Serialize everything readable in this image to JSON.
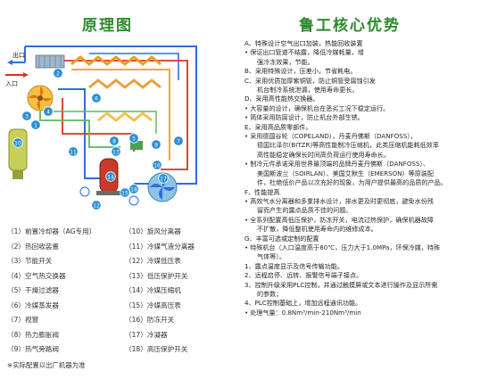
{
  "titles": {
    "left": "原理图",
    "right": "鲁工核心优势"
  },
  "diagram": {
    "outlet_label": "出口",
    "inlet_label": "入口",
    "markers": [
      "1",
      "2",
      "3",
      "4",
      "5",
      "6",
      "7",
      "8",
      "9",
      "10",
      "11",
      "12",
      "13",
      "14",
      "15",
      "16",
      "17",
      "18"
    ]
  },
  "legend": {
    "col1": [
      "（1）前置冷却器（AG专用）",
      "（2）热回收装置",
      "（3）节能开关",
      "（4）空气热交换器",
      "（5）干燥过滤器",
      "（6）冷媒蒸发器",
      "（7）视窗",
      "（8）热力膨胀阀",
      "（9）热气旁路阀"
    ],
    "col2": [
      "（10）旋风分离器",
      "（11）冷媒气液分离器",
      "（12）冷媒低压表",
      "（13）低压保护开关",
      "（14）冷媒压缩机",
      "（15）冷媒高压表",
      "（16）防冻开关",
      "（17）冷凝器",
      "（18）高压保护开关"
    ],
    "note": "※实际配置以出厂机器为准"
  },
  "advantages": [
    {
      "text": "A、特殊设计空气出口加装，热能回收装置",
      "type": "head"
    },
    {
      "text": "保证出口管道不结露，降低冷媒耗量，增",
      "type": "bullet"
    },
    {
      "text": "强冷冻效果，节能。",
      "type": "indent"
    },
    {
      "text": "B、采用特殊设计，压差小，节省耗电。",
      "type": "head"
    },
    {
      "text": "C、采用优质加厚紫铜管，防止铜管受腐蚀引发",
      "type": "head"
    },
    {
      "text": "机台制冷系统泄漏，使用寿命更长。",
      "type": "indent"
    },
    {
      "text": "D、采用高性能热交换器。",
      "type": "head"
    },
    {
      "text": "大容量的设计，确保机台在恶劣工况下稳定运行。",
      "type": "bullet"
    },
    {
      "text": "简体采用防腐设计，防止机台外部生锈。",
      "type": "bullet"
    },
    {
      "text": "E、采用高品质零部件。",
      "type": "head"
    },
    {
      "text": "采用德国谷轮（COPELAND），丹麦丹佛斯（DANFOSS），",
      "type": "bullet"
    },
    {
      "text": "德国比泽尔(BITZR)等高性能制冷压缩机，此类压缩机能耗低效率",
      "type": "indent"
    },
    {
      "text": "高性能稳定确保长时间高负荷运行使用寿命长。",
      "type": "indent"
    },
    {
      "text": "制冷元件承诺采用世界最顶端的品牌丹麦丹佛斯（DANFOSS）、",
      "type": "bullet"
    },
    {
      "text": "美国斯波兰（SOIRLAN）、美国艾默生（EMERSON）等原装配",
      "type": "indent"
    },
    {
      "text": "件，杜绝低价产品以次充好的现象，为用户提供最高的品质的产品。",
      "type": "indent"
    },
    {
      "text": "F、性能提高",
      "type": "head"
    },
    {
      "text": "高效气水分离器和多重排水设计，排水更及时更彻底，避免水份残",
      "type": "bullet"
    },
    {
      "text": "留而产生的露点品质不佳的问题。",
      "type": "indent"
    },
    {
      "text": "全系列配置高低压保护，防冻开关，电流过热保护，确保机器故障",
      "type": "bullet"
    },
    {
      "text": "不扩散，降低整机使用寿命内的维修成本。",
      "type": "indent"
    },
    {
      "text": "G、丰富可选或定制的配置",
      "type": "head"
    },
    {
      "text": "特殊机台（入口温度高于80℃，压力大于1.0MPa，环保冷媒，特殊",
      "type": "bullet"
    },
    {
      "text": "气体等）。",
      "type": "indent"
    },
    {
      "text": "1、露点温度显示及信号传输功能。",
      "type": "head"
    },
    {
      "text": "2、远程启停、远转、报警信号端子接点。",
      "type": "head"
    },
    {
      "text": "3、控制升级采用PLC控制，并通过触摸屏或文本进行操作及显示所需",
      "type": "head"
    },
    {
      "text": "的参数；",
      "type": "indent"
    },
    {
      "text": "4、PLC控制基础上，增加远程通讯功能。",
      "type": "head"
    },
    {
      "text": "处理气量：0.8Nm³/min-210Nm³/min",
      "type": "bullet"
    }
  ],
  "colors": {
    "title_green": "#2e8b2e",
    "pipe_blue": "#2f6fd6",
    "pipe_red": "#e0301e",
    "pipe_orange": "#f29a22",
    "pipe_green": "#5cb85c",
    "marker_blue": "#2a8fd6"
  }
}
